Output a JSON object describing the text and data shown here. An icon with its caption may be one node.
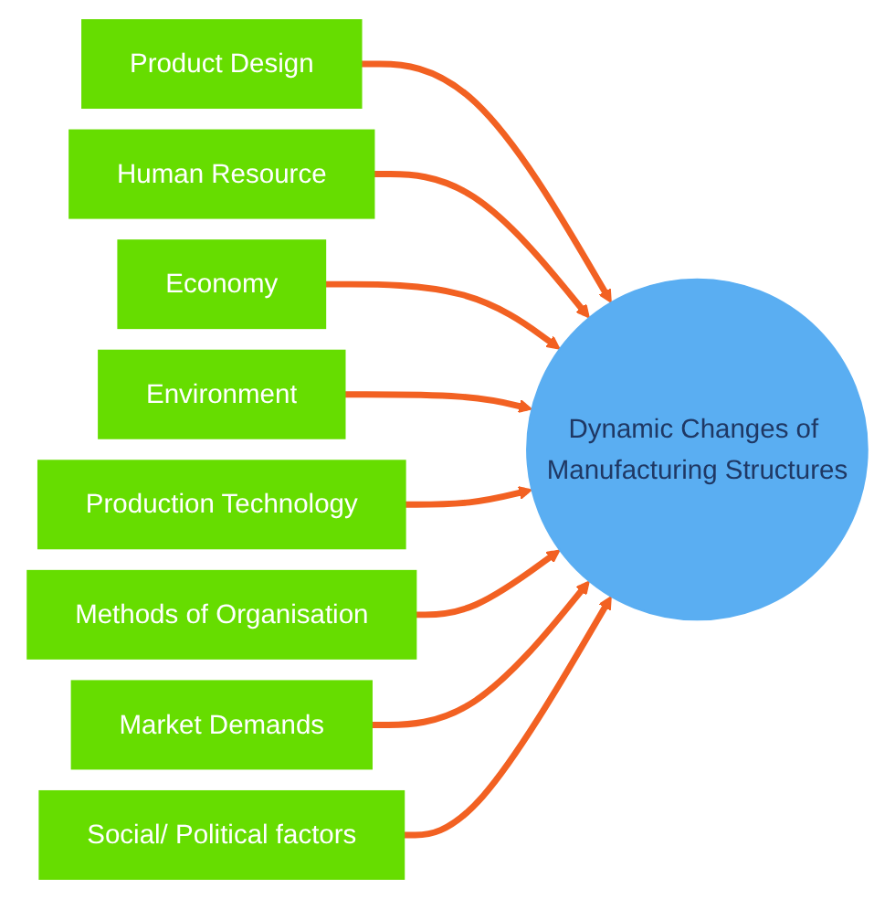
{
  "diagram": {
    "nodes": [
      {
        "text": [
          "Product Design"
        ]
      },
      {
        "text": [
          "Social/ Political factors"
        ]
      },
      {
        "text": [
          "Human Resource"
        ]
      },
      {
        "text": [
          "Market Demands"
        ]
      },
      {
        "text": [
          "Dynamic Changes of Manufacturing Structures"
        ]
      },
      {
        "text": [
          "Economy"
        ]
      },
      {
        "text": [
          "Methods of Organisation"
        ]
      },
      {
        "text": [
          "Environment"
        ]
      },
      {
        "text": [
          "Production Technology"
        ]
      }
    ],
    "edges": [
      {
        "from": 0,
        "to": 4,
        "arrow": "to"
      },
      {
        "from": 2,
        "to": 4,
        "arrow": "to"
      },
      {
        "from": 5,
        "to": 4,
        "arrow": "to"
      },
      {
        "from": 7,
        "to": 4,
        "arrow": "to"
      },
      {
        "from": 8,
        "to": 4,
        "arrow": "to"
      },
      {
        "from": 6,
        "to": 4,
        "arrow": "to"
      },
      {
        "from": 3,
        "to": 4,
        "arrow": "to"
      },
      {
        "from": 1,
        "to": 4,
        "arrow": "to"
      }
    ]
  }
}
